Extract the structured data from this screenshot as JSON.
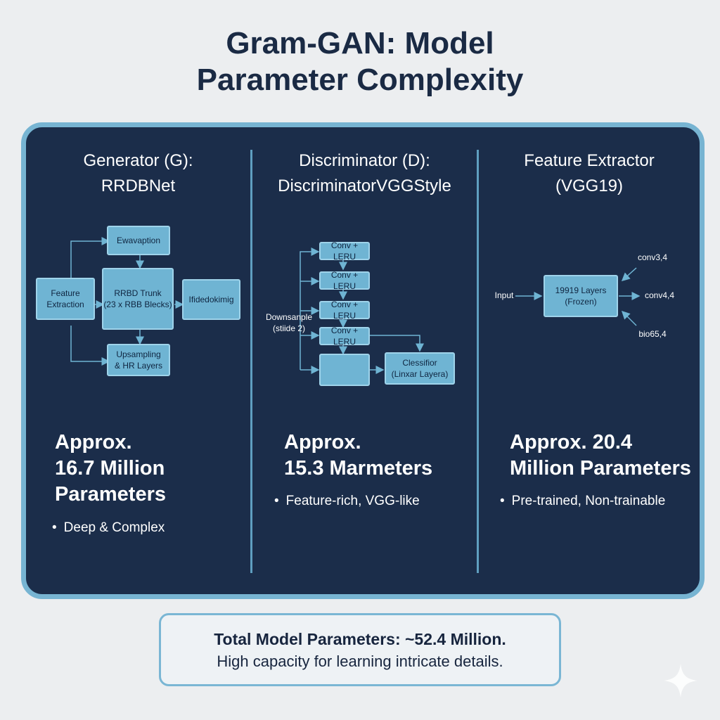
{
  "title": "Gram-GAN: Model\nParameter Complexity",
  "columns": [
    {
      "title": "Generator (G):\nRRDBNet",
      "diagram": {
        "evaporation": "Ewavaption",
        "feature": "Feature\nExtraction",
        "trunk": "RRBD Trunk\n(23 x RBB Blecks)",
        "right": "Ifidedokimig",
        "upsampling": "Upsampling\n& HR Layers"
      },
      "approx": "Approx.\n16.7 Million\nParameters",
      "bullet": "Deep & Complex"
    },
    {
      "title": "Discriminator (D):\nDiscriminatorVGGStyle",
      "diagram": {
        "conv1": "Conv + LERU",
        "conv2": "Conv + LERU",
        "conv3": "Conv + LERU",
        "conv4": "Conv + LERU",
        "block5": "",
        "downsample": "Downsanple\n(stiide 2)",
        "classifier": "Clessifior\n(Linxar Layera)"
      },
      "approx": "Approx.\n15.3 Marmeters",
      "bullet": "Feature-rich, VGG-like"
    },
    {
      "title": "Feature Extractor\n(VGG19)",
      "diagram": {
        "input": "Input",
        "layers": "19919 Layers\n(Frozen)",
        "conv34": "conv3,4",
        "conv44": "conv4,4",
        "bio54": "bio65,4"
      },
      "approx": "Approx. 20.4\nMillion Parameters",
      "bullet": "Pre-trained, Non-trainable"
    }
  ],
  "summary": {
    "line1": "Total Model Parameters: ~52.4 Million.",
    "line2": "High capacity for learning intricate details."
  },
  "colors": {
    "panel": "#1b2d4a",
    "panel_border": "#77b4d2",
    "box": "#6fb4d3",
    "background": "#eceef0"
  }
}
